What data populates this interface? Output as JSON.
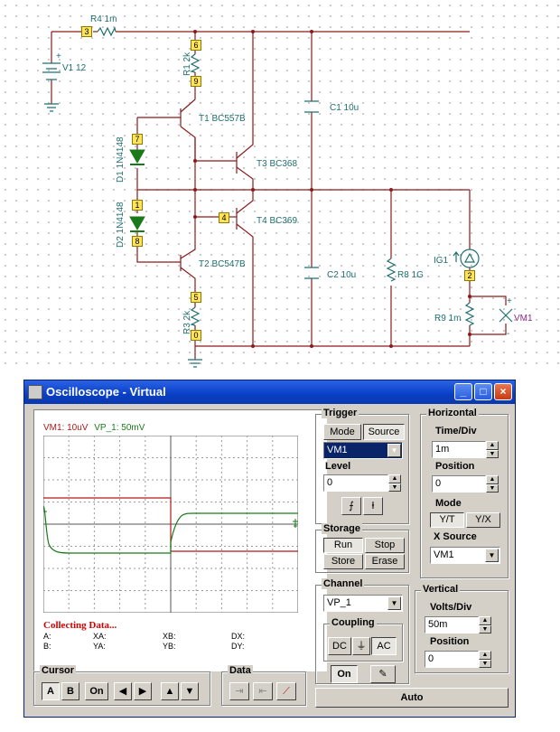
{
  "schematic": {
    "components": {
      "r4": "R4 1m",
      "v1": "V1 12",
      "r1": "R1 2k",
      "t1": "T1 BC557B",
      "c1": "C1 10u",
      "d1": "D1 1N4148",
      "t3": "T3 BC368",
      "d2": "D2 1N4148",
      "t4": "T4 BC369",
      "t2": "T2 BC547B",
      "c2": "C2 10u",
      "r8": "R8 1G",
      "ig1": "IG1",
      "r3": "R3 2k",
      "r9": "R9 1m",
      "vm1": "VM1"
    },
    "nodes": {
      "n3": "3",
      "n6": "6",
      "n9": "9",
      "n7": "7",
      "n1": "1",
      "n4": "4",
      "n8": "8",
      "n5": "5",
      "n0": "0",
      "n2": "2"
    },
    "plus": "+",
    "minus": "-"
  },
  "window": {
    "title": "Oscilloscope - Virtual"
  },
  "scope": {
    "legend_vm1": "VM1: 10uV",
    "legend_vp1": "VP_1: 50mV",
    "status": "Collecting Data...",
    "readouts": {
      "a": "A:",
      "b": "B:",
      "xa": "XA:",
      "ya": "YA:",
      "xb": "XB:",
      "yb": "YB:",
      "dx": "DX:",
      "dy": "DY:"
    },
    "colors": {
      "vm1": "#b01818",
      "vp1": "#1a7a1a"
    }
  },
  "trigger": {
    "title": "Trigger",
    "mode": "Mode",
    "source": "Source",
    "source_value": "VM1",
    "level_label": "Level",
    "level_value": "0"
  },
  "horizontal": {
    "title": "Horizontal",
    "timediv_label": "Time/Div",
    "timediv_value": "1m",
    "position_label": "Position",
    "position_value": "0",
    "mode_label": "Mode",
    "yt": "Y/T",
    "yx": "Y/X",
    "xsource_label": "X Source",
    "xsource_value": "VM1"
  },
  "storage": {
    "title": "Storage",
    "run": "Run",
    "stop": "Stop",
    "store": "Store",
    "erase": "Erase"
  },
  "channel": {
    "title": "Channel",
    "value": "VP_1",
    "coupling_label": "Coupling",
    "dc": "DC",
    "ac": "AC",
    "on": "On"
  },
  "vertical": {
    "title": "Vertical",
    "voltsdiv_label": "Volts/Div",
    "voltsdiv_value": "50m",
    "position_label": "Position",
    "position_value": "0"
  },
  "cursor": {
    "title": "Cursor",
    "a": "A",
    "b": "B",
    "on": "On"
  },
  "data": {
    "title": "Data"
  },
  "auto": "Auto",
  "minimize": "_",
  "maximize": "□",
  "close": "×"
}
